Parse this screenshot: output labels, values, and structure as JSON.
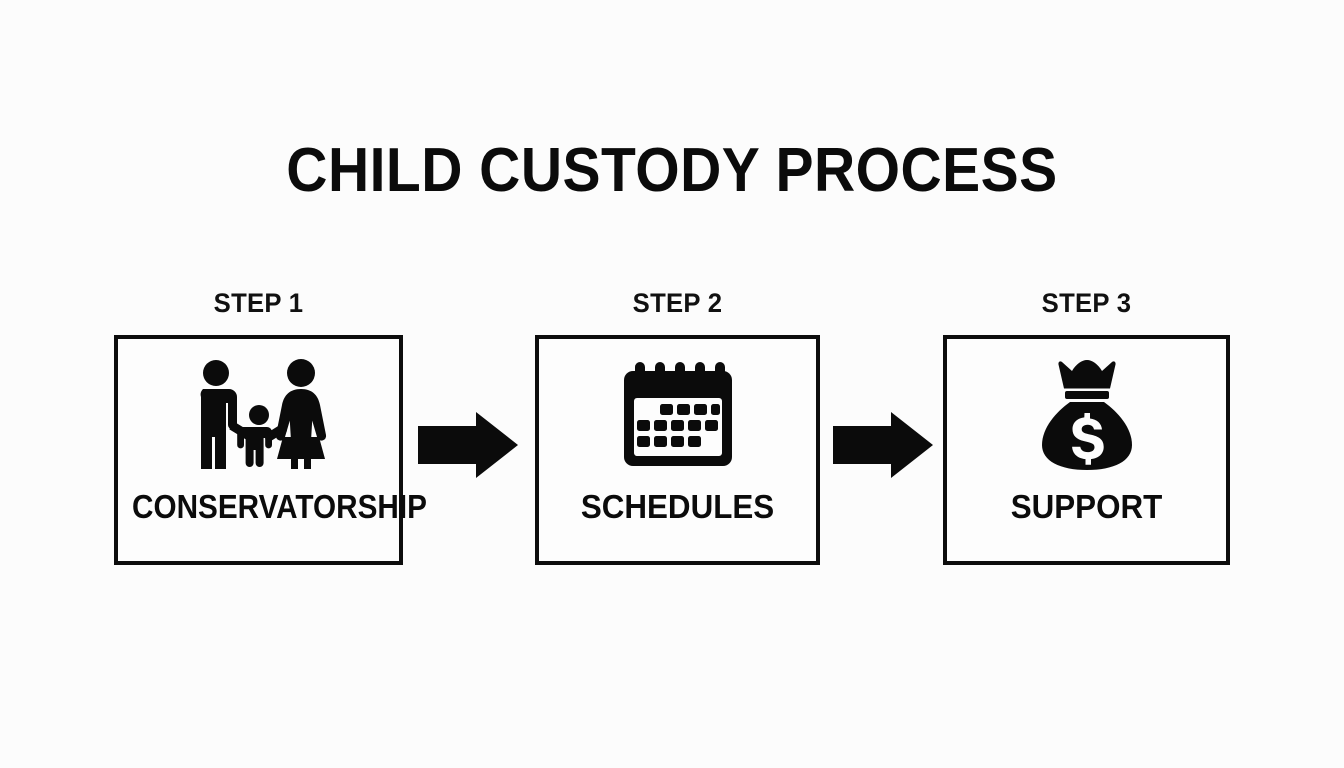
{
  "page": {
    "title": "CHILD CUSTODY PROCESS",
    "background_color": "#fcfcfc",
    "ink_color": "#0b0b0b"
  },
  "steps": [
    {
      "step_label": "STEP 1",
      "box_label": "CONSERVATORSHIP",
      "icon": "family-icon"
    },
    {
      "step_label": "STEP 2",
      "box_label": "SCHEDULES",
      "icon": "calendar-icon"
    },
    {
      "step_label": "STEP 3",
      "box_label": "SUPPORT",
      "icon": "money-bag-icon"
    }
  ],
  "connectors": [
    {
      "name": "arrow-right-icon",
      "from": "STEP 1",
      "to": "STEP 2"
    },
    {
      "name": "arrow-right-icon",
      "from": "STEP 2",
      "to": "STEP 3"
    }
  ]
}
